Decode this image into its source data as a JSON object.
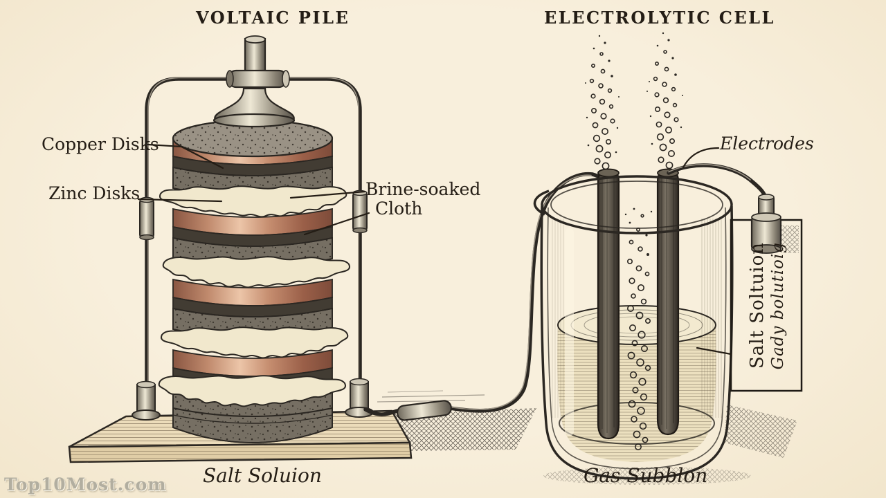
{
  "titles": {
    "voltaic_pile": "VOLTAIC PILE",
    "electrolytic_cell": "ELECTROLYTIC CELL"
  },
  "annotations": {
    "copper_disks": "Copper Disks",
    "zinc_disks": "Zinc Disks",
    "brine_soaked_line1": "Brine-soaked",
    "brine_soaked_line2": "Cloth",
    "electrodes": "Electrodes",
    "side_box": {
      "line1": "Salt Soltuion",
      "line2": "Gady bolutioig"
    },
    "caption_left": "Salt Soluion",
    "caption_right": "Gas Subblon"
  },
  "watermark": "Top10Most.com",
  "palette": {
    "background": "#f7eedb",
    "ink": "#2b2722",
    "copper": "#c98d6f",
    "copper_highlight": "#ecc5a8",
    "zinc_gray": "#766f63",
    "cloth_cream": "#f1e8cd",
    "metal_gray": "#b9b2a0",
    "watermark_gray": "#b2aea0"
  }
}
